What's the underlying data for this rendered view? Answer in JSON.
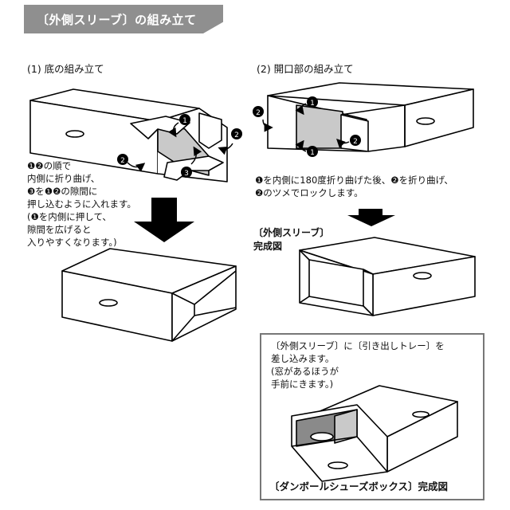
{
  "title": "〔外側スリーブ〕の組み立て",
  "step1": {
    "heading": "(1) 底の組み立て",
    "instructions": "❶❷の順で\n内側に折り曲げ、\n❸を❶❷の隙間に\n押し込むように入れます。\n(❶を内側に押して、\n隙間を広げると\n入りやすくなります。)"
  },
  "step2": {
    "heading": "(2) 開口部の組み立て",
    "instructions": "❶を内側に180度折り曲げた後、❷を折り曲げ、\n❷のツメでロックします。"
  },
  "completed_sleeve_label": "〔外側スリーブ〕\n完成図",
  "insert_note": "〔外側スリーブ〕に〔引き出しトレー〕を\n差し込みます。\n(窓があるほうが\n手前にきます。)",
  "final_label": "〔ダンボールシューズボックス〕完成図",
  "markers": {
    "one": "1",
    "two": "2",
    "three": "3"
  },
  "colors": {
    "banner": "#8f8f8f",
    "flap_gray": "#c9c9c9",
    "inner_dark": "#8a8a8a",
    "arrow": "#000000"
  }
}
